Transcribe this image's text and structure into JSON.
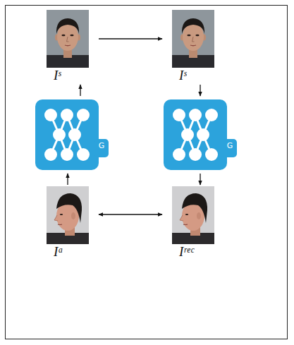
{
  "diagram": {
    "nodes": [
      {
        "text": [
          "Iˢ"
        ]
      },
      {
        "text": [
          "Iˢ"
        ]
      },
      {
        "text": [
          "G"
        ]
      },
      {
        "text": [
          "G"
        ]
      },
      {
        "text": [
          "Iᵃ"
        ]
      },
      {
        "text": [
          "Iʳᵉᶜ"
        ]
      }
    ],
    "edges": [
      {
        "from": 0,
        "to": 1,
        "arrow": "to"
      },
      {
        "from": 1,
        "to": 3,
        "arrow": "to"
      },
      {
        "from": 3,
        "to": 5,
        "arrow": "to"
      },
      {
        "from": 4,
        "to": 2,
        "arrow": "to"
      },
      {
        "from": 2,
        "to": 0,
        "arrow": "to"
      },
      {
        "from": 4,
        "to": 5,
        "arrow": "both"
      }
    ]
  }
}
